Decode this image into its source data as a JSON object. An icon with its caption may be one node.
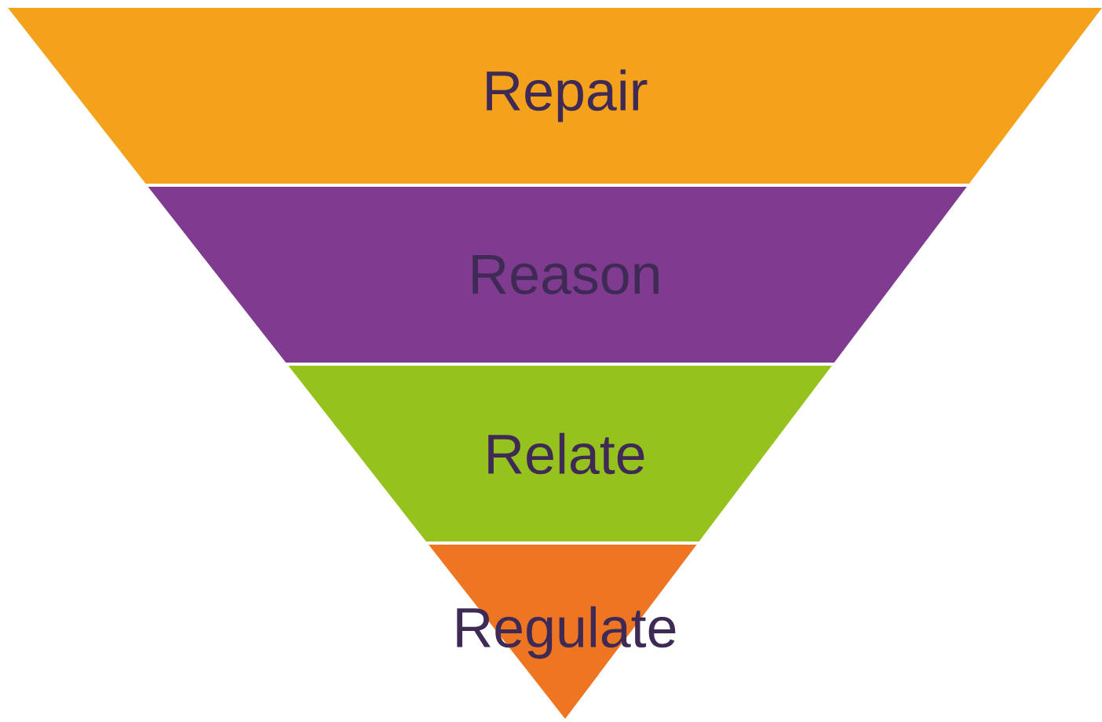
{
  "diagram": {
    "nodes": [
      {
        "text": [
          "Repair"
        ]
      },
      {
        "text": [
          "Reason"
        ]
      },
      {
        "text": [
          "Relate"
        ]
      },
      {
        "text": [
          "Regulate"
        ]
      }
    ]
  }
}
